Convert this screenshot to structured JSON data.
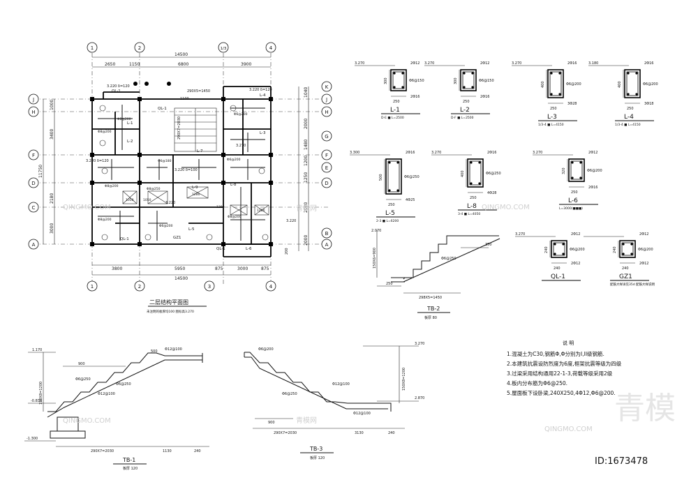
{
  "plan": {
    "title": "二层结构平面图",
    "subtitle": "未注明的板厚均100  图标高3.270",
    "axes_top": [
      "1",
      "2",
      "1/3",
      "4"
    ],
    "axes_bottom": [
      "1",
      "2",
      "3",
      "4"
    ],
    "axes_left": [
      "J",
      "H",
      "F",
      "D",
      "C",
      "A"
    ],
    "axes_right": [
      "K",
      "J",
      "H",
      "G",
      "F",
      "E",
      "D",
      "B",
      "A"
    ],
    "dims_top_total": "14500",
    "dims_top": [
      "2650",
      "1150",
      "6800",
      "3900"
    ],
    "dims_bottom_total": "14500",
    "dims_bottom": [
      "3800",
      "5950",
      "875",
      "3000",
      "875"
    ],
    "dims_left_total": "11750",
    "dims_left": [
      "1000",
      "3400",
      "2180",
      "3000"
    ],
    "dims_right": [
      "1040",
      "2000",
      "1480",
      "1200",
      "1250",
      "2000",
      "2000"
    ],
    "stair_dim": "290X5=1450",
    "stair_dim2": "290X7=2030",
    "stair_dim3": "1100",
    "labels": [
      "QL-1",
      "QL-1",
      "QL-1",
      "L-1",
      "L-2",
      "L-3",
      "L-4",
      "L-5",
      "L-6",
      "L-7",
      "L-8",
      "L-9",
      "QL-1",
      "GZ1"
    ],
    "slabs": [
      "3.220 δ=120",
      "3.220 δ=120",
      "3.220 δ=100",
      "3.220 δ=120",
      "3.220",
      "3.270",
      "3.220"
    ],
    "rebars": [
      "Φ8@200",
      "Φ8@200",
      "Φ8@200",
      "Φ6@200",
      "Φ8@250",
      "Φ6@200",
      "Φ8@200",
      "Φ8@200",
      "Φ6@180",
      "Φ6@200"
    ],
    "openings": [
      "1050",
      "1050",
      "1280",
      "1280",
      "1280"
    ],
    "side_note": "200"
  },
  "beams": [
    {
      "name": "L-1",
      "elev": "3.270",
      "top": "2Φ12",
      "stir": "Φ6@150",
      "bot": "2Φ16",
      "width": "250",
      "height": "300",
      "note": "D-E ■ L=2500"
    },
    {
      "name": "L-2",
      "elev": "3.270",
      "top": "2Φ12",
      "stir": "Φ6@150",
      "bot": "2Φ16",
      "width": "250",
      "height": "300",
      "note": "D-F ■ L=2500"
    },
    {
      "name": "L-3",
      "elev": "3.270",
      "top": "2Φ16",
      "stir": "Φ6@200",
      "bot": "3Φ28",
      "width": "250",
      "height": "400",
      "note": "1/3-4 ■ L=4150"
    },
    {
      "name": "L-4",
      "elev": "3.180",
      "top": "2Φ16",
      "stir": "Φ6@200",
      "bot": "3Φ18",
      "width": "250",
      "height": "400",
      "note": "1/3-4 ■ L=4150"
    },
    {
      "name": "L-5",
      "elev": "3.300",
      "top": "2Φ16",
      "stir": "Φ6@250",
      "bot": "4Φ25",
      "width": "250",
      "height": "500",
      "note": "2-3 ■ L=6200"
    },
    {
      "name": "L-8",
      "elev": "3.270",
      "top": "2Φ16",
      "stir": "Φ6@250",
      "bot": "4Φ28",
      "width": "250",
      "height": "400",
      "note": "3-4 ■ L=4050"
    },
    {
      "name": "L-6",
      "elev": "3.270",
      "top": "2Φ12",
      "stir": "Φ6@200",
      "bot": "2Φ16",
      "width": "250",
      "height": "320",
      "note": "L=3000(■■■)"
    },
    {
      "name": "QL-1",
      "elev": "3.270",
      "top": "2Φ12",
      "stir": "Φ6@200",
      "bot": "2Φ12",
      "width": "240",
      "height": "240",
      "note": ""
    },
    {
      "name": "GZ1",
      "elev": "",
      "top": "2Φ12",
      "stir": "Φ6@200",
      "bot": "2Φ12",
      "width": "240",
      "height": "240",
      "note": "配筋大样详见35d 配筋大样说明"
    }
  ],
  "tb2": {
    "name": "TB-2",
    "thick": "板厚 80",
    "level_top": "2.070",
    "rise": "150X6=900",
    "tread": "298X5=1450",
    "w1": "350",
    "w2": "250",
    "rebar": "Φ6@250"
  },
  "tb1": {
    "name": "TB-1",
    "thick": "板厚 120",
    "levels": [
      "1.170",
      "-0.830",
      "-1.300"
    ],
    "rise": "150X8=1200",
    "tread": "290X7=2030",
    "w1": "1130",
    "w2": "240",
    "w3": "900",
    "w4": "500",
    "rebars": [
      "Φ12@100",
      "Φ6@250",
      "Φ6@250",
      "Φ12@100"
    ]
  },
  "tb3": {
    "name": "TB-3",
    "thick": "板厚 120",
    "levels": [
      "3.270",
      "2.870"
    ],
    "rise": "150X8=1200",
    "tread": "290X7=2030",
    "w1": "3130",
    "w2": "240",
    "w3": "900",
    "rebars": [
      "Φ6@200",
      "Φ12@100",
      "Φ6@250",
      "Φ12@100"
    ]
  },
  "notes": {
    "title": "说  明",
    "items": [
      "1.混凝土为C30,钢筋Φ,Φ分别为I,II级钢筋.",
      "2.本建筑抗震设防烈度为6度,框架抗震等级为四级",
      "3.过梁采用结构通用22-1-3,荷载等级采用2级",
      "4.板内分布筋为Φ6@250.",
      "5.屋面板下设卧梁,240X250,4Φ12,Φ6@200."
    ]
  },
  "watermark": {
    "brand_cn": "青模",
    "brand_en": "QINGMO.COM",
    "site_cn": "青模网",
    "id": "ID:1673478"
  }
}
